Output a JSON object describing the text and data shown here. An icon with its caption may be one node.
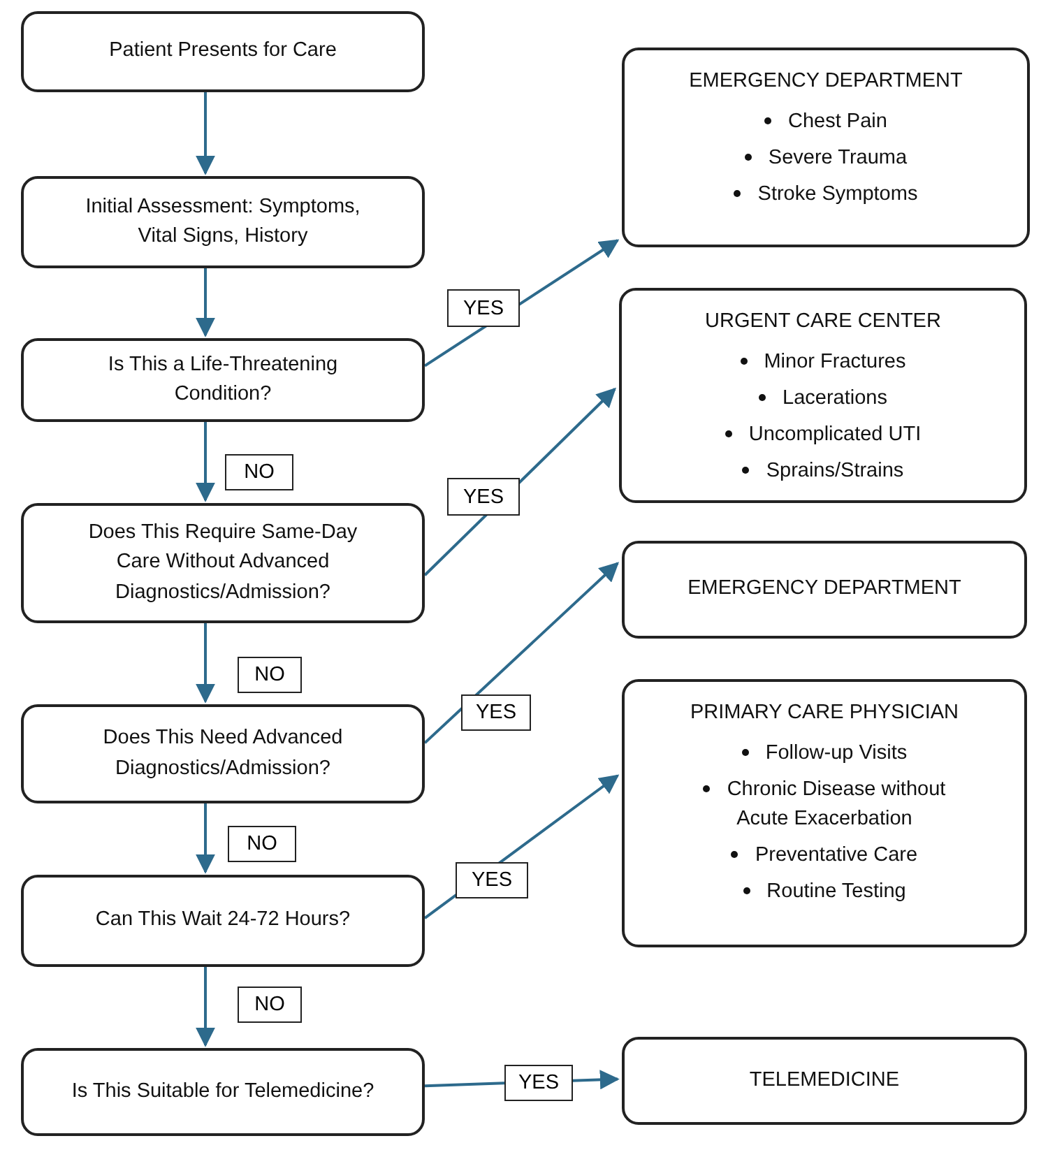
{
  "diagram": {
    "nodes": [
      {
        "text": [
          "Patient Presents for Care"
        ]
      },
      {
        "text": [
          "Initial Assessment: Symptoms, Vital Signs, History"
        ]
      },
      {
        "text": [
          "Is This a Life-Threatening Condition?"
        ]
      },
      {
        "text": [
          "Does This Require Same-Day Care Without Advanced Diagnostics/Admission?"
        ]
      },
      {
        "text": [
          "Does This Need Advanced Diagnostics/Admission?"
        ]
      },
      {
        "text": [
          "Can This Wait 24-72 Hours?"
        ]
      },
      {
        "text": [
          "Is This Suitable for Telemedicine?"
        ]
      },
      {
        "text": [
          "EMERGENCY DEPARTMENT",
          "Chest Pain",
          "Severe Trauma",
          "Stroke Symptoms"
        ]
      },
      {
        "text": [
          "URGENT CARE CENTER",
          "Minor Fractures",
          "Lacerations",
          "Uncomplicated UTI",
          "Sprains/Strains"
        ]
      },
      {
        "text": [
          "EMERGENCY DEPARTMENT"
        ]
      },
      {
        "text": [
          "PRIMARY CARE PHYSICIAN",
          "Follow-up Visits",
          "Chronic Disease without Acute Exacerbation",
          "Preventative Care",
          "Routine Testing"
        ]
      },
      {
        "text": [
          "TELEMEDICINE"
        ]
      }
    ],
    "edges": [
      {
        "from": 0,
        "to": 1,
        "arrow": "to"
      },
      {
        "from": 1,
        "to": 2,
        "arrow": "to"
      },
      {
        "from": 2,
        "to": 3,
        "arrow": "to",
        "label": "NO"
      },
      {
        "from": 3,
        "to": 4,
        "arrow": "to",
        "label": "NO"
      },
      {
        "from": 4,
        "to": 5,
        "arrow": "to",
        "label": "NO"
      },
      {
        "from": 5,
        "to": 6,
        "arrow": "to",
        "label": "NO"
      },
      {
        "from": 2,
        "to": 7,
        "arrow": "to",
        "label": "YES"
      },
      {
        "from": 3,
        "to": 8,
        "arrow": "to",
        "label": "YES"
      },
      {
        "from": 4,
        "to": 9,
        "arrow": "to",
        "label": "YES"
      },
      {
        "from": 5,
        "to": 10,
        "arrow": "to",
        "label": "YES"
      },
      {
        "from": 6,
        "to": 11,
        "arrow": "to",
        "label": "YES"
      }
    ]
  }
}
